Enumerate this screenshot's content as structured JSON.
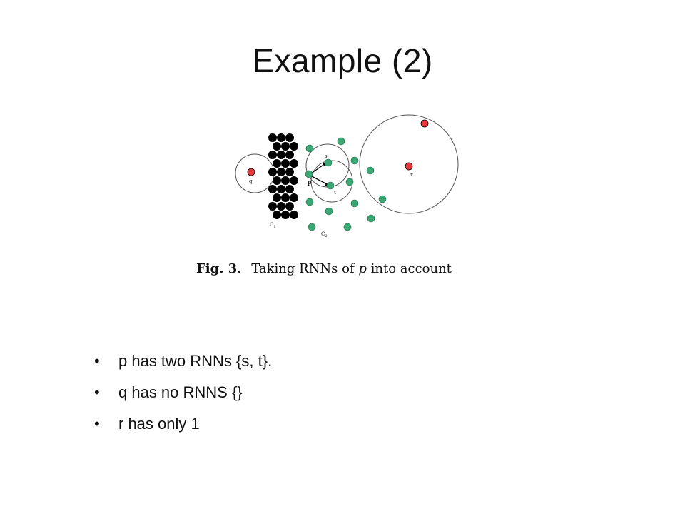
{
  "slide": {
    "title": "Example (2)"
  },
  "figure": {
    "labels": {
      "q": "q",
      "p": "p",
      "s": "s",
      "t": "t",
      "r": "r",
      "c1": "C",
      "c1_sub": "1",
      "c2": "C",
      "c2_sub": "2"
    },
    "colors": {
      "red": "#e8383b",
      "green": "#3aa874",
      "black": "#000000",
      "circle": "#555555"
    },
    "caption": {
      "fig_label": "Fig. 3.",
      "text_before": "Taking RNNs of",
      "math": "p",
      "text_after": "into account"
    }
  },
  "bullets": {
    "items": [
      {
        "bullet": "•",
        "text": "p has two RNNs {s, t}."
      },
      {
        "bullet": "•",
        "text": "q has no RNNS  {}"
      },
      {
        "bullet": "•",
        "text": "r has only 1"
      }
    ]
  }
}
